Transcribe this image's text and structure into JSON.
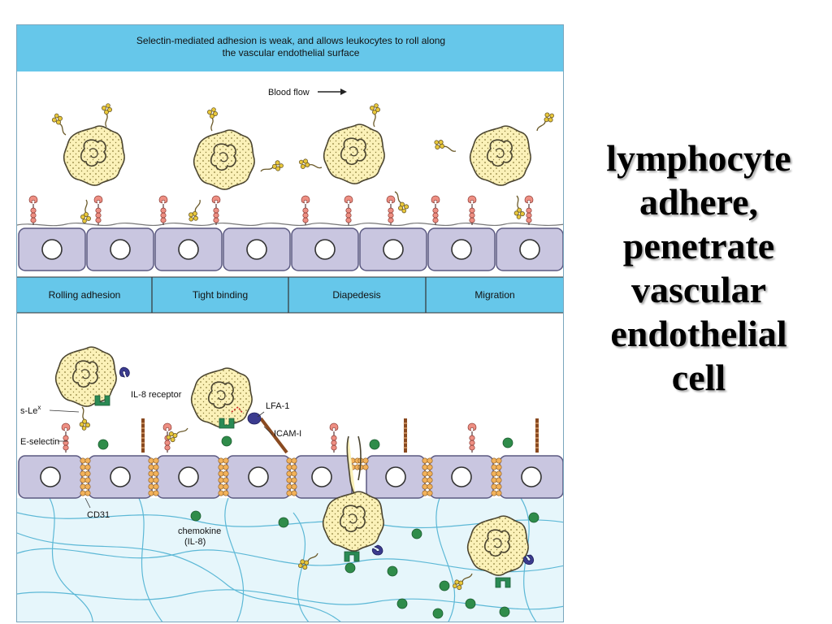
{
  "header": {
    "line1": "Selectin-mediated adhesion is weak, and allows leukocytes to roll along",
    "line2": "the vascular endothelial surface"
  },
  "blood_flow_label": "Blood flow",
  "stages": [
    "Rolling adhesion",
    "Tight binding",
    "Diapedesis",
    "Migration"
  ],
  "labels": {
    "il8_receptor": "IL-8 receptor",
    "slex_base": "s-Le",
    "slex_sup": "x",
    "e_selectin": "E-selectin",
    "lfa1": "LFA-1",
    "icam1": "ICAM-I",
    "cd31": "CD31",
    "chemokine_line1": "chemokine",
    "chemokine_line2": "(IL-8)"
  },
  "caption_lines": [
    "lymphocyte",
    "adhere,",
    "penetrate",
    "vascular",
    "endothelial",
    "cell"
  ],
  "colors": {
    "header_blue": "#66c7ea",
    "cell_yellow": "#fbf1b8",
    "endothelium_lilac": "#c9c6e0",
    "tissue_blue": "#e6f6fb",
    "fiber_blue": "#5cb8d6",
    "chemokine_green": "#2f8c4a",
    "selectin_pink": "#ee8f83",
    "receptor_navy": "#3b3b8f",
    "integrin_green": "#2a8a54"
  }
}
